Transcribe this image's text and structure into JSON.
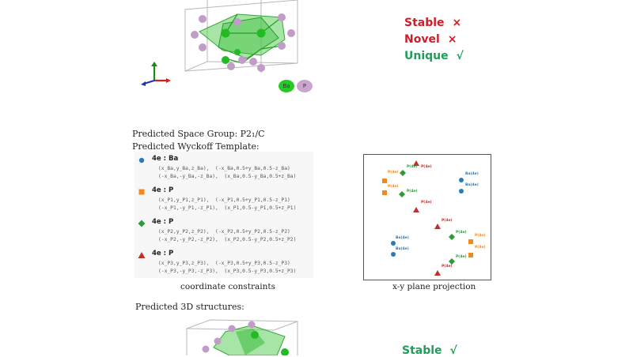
{
  "top": {
    "status": [
      {
        "label": "Stable",
        "mark": "×",
        "color": "#cc1f2a"
      },
      {
        "label": "Novel",
        "mark": "×",
        "color": "#cc1f2a"
      },
      {
        "label": "Unique",
        "mark": "√",
        "color": "#1f9e5a"
      }
    ],
    "legend": [
      {
        "label": "Ba",
        "color": "#22cc22"
      },
      {
        "label": "P",
        "color": "#c9a5cf"
      }
    ]
  },
  "prediction": {
    "space_group_label": "Predicted Space Group:  P2₁/C",
    "wyckoff_label": "Predicted Wyckoff  Template:"
  },
  "wyckoff": [
    {
      "marker": "circle",
      "color": "#2a7ab8",
      "header": "4e : Ba",
      "lines": [
        "(x_Ba,y_Ba,z_Ba),  (-x_Ba,0.5+y_Ba,0.5-z_Ba)",
        "(-x_Ba,-y_Ba,-z_Ba),  (x_Ba,0.5-y_Ba,0.5+z_Ba)"
      ]
    },
    {
      "marker": "square",
      "color": "#f08a1c",
      "header": "4e : P",
      "lines": [
        "(x_P1,y_P1,z_P1),  (-x_P1,0.5+y_P1,0.5-z_P1)",
        "(-x_P1,-y_P1,-z_P1),  (x_P1,0.5-y_P1,0.5+z_P1)"
      ]
    },
    {
      "marker": "diamond",
      "color": "#2f9a3a",
      "header": "4e : P",
      "lines": [
        "(x_P2,y_P2,z_P2),  (-x_P2,0.5+y_P2,0.5-z_P2)",
        "(-x_P2,-y_P2,-z_P2),  (x_P2,0.5-y_P2,0.5+z_P2)"
      ]
    },
    {
      "marker": "triangle",
      "color": "#c0302a",
      "header": "4e : P",
      "lines": [
        "(x_P3,y_P3,z_P3),  (-x_P3,0.5+y_P3,0.5-z_P3)",
        "(-x_P3,-y_P3,-z_P3),  (x_P3,0.5-y_P3,0.5+z_P3)"
      ]
    }
  ],
  "captions": {
    "constraints": "coordinate constraints",
    "projection": "x-y plane projection",
    "predicted_3d": "Predicted 3D structures:"
  },
  "projection_labels": {
    "ba": "Ba(4e)",
    "p": "P(4e)"
  },
  "bottom": {
    "status": [
      {
        "label": "Stable",
        "mark": "√",
        "color": "#1f9e5a"
      }
    ]
  }
}
